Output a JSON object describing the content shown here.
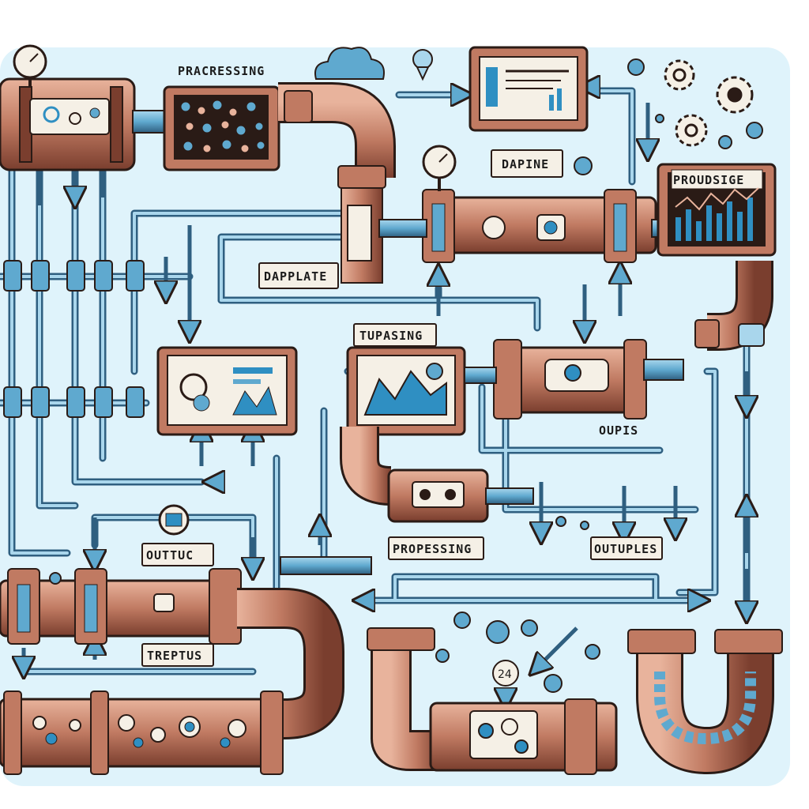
{
  "labels": {
    "processing_top": "PRACRESSING",
    "dapine": "DAPINE",
    "proudsige": "PROUDSIGE",
    "dapplate": "DAPPLATE",
    "tupasing": "TUPASING",
    "oupis": "OUPIS",
    "outtuc": "OUTTUC",
    "propessing": "PROPESSING",
    "outuples": "OUTUPLES",
    "treptus": "TREPTUS",
    "badge_number": "24"
  },
  "colors": {
    "background_panel": "#dff3fb",
    "pipe_copper": "#c07a62",
    "pipe_copper_dark": "#7a3e2e",
    "pipe_blue": "#5fa9cf",
    "pipe_blue_dark": "#2f5f80",
    "outline": "#2a1b16",
    "screen_bg": "#f5f0e6",
    "accent_blue": "#2f8fc2"
  },
  "icons": [
    "gauge-icon",
    "gear-icon",
    "cloud-icon",
    "location-pin-icon",
    "bubble-icon",
    "arrow-icon",
    "elbow-pipe-icon",
    "monitor-icon",
    "chart-icon"
  ]
}
